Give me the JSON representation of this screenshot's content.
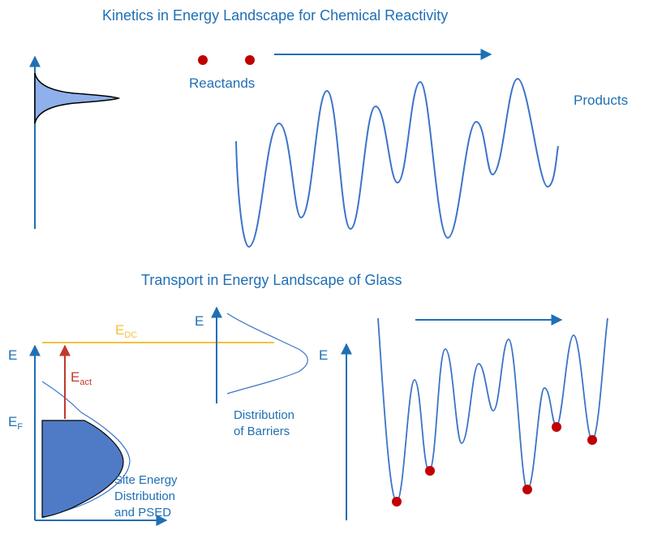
{
  "colors": {
    "blue": "#1f6fb5",
    "curve": "#3b74c9",
    "fill_light": "#8fb0ea",
    "fill_dark": "#4f7bc6",
    "yellow": "#f2c23a",
    "red": "#c0392b",
    "dot": "#c00000"
  },
  "top": {
    "title": "Kinetics in Energy Landscape for Chemical Reactivity",
    "reactants_label": "Reactands",
    "products_label": "Products"
  },
  "bottom": {
    "title": "Transport in Energy Landscape of Glass",
    "e_axis_left": "E",
    "e_axis_barriers": "E",
    "e_axis_landscape": "E",
    "edc_main": "E",
    "edc_sub": "DC",
    "eact_main": "E",
    "eact_sub": "act",
    "ef_main": "E",
    "ef_sub": "F",
    "barriers_line1": "Distribution",
    "barriers_line2": "of Barriers",
    "site_line1": "Site Energy",
    "site_line2": "Distribution",
    "site_line3": "and PSED"
  }
}
